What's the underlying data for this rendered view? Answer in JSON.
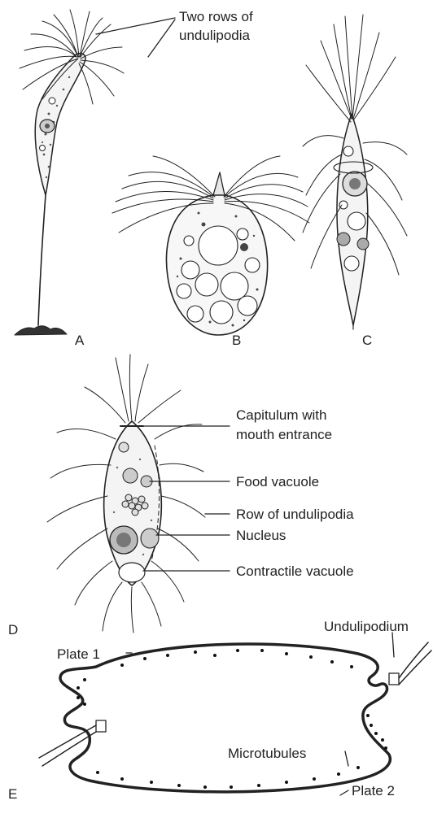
{
  "panels": {
    "a": "A",
    "b": "B",
    "c": "C",
    "d": "D",
    "e": "E"
  },
  "labels": {
    "two_rows_line1": "Two rows of",
    "two_rows_line2": "undulipodia",
    "capitulum_line1": "Capitulum with",
    "capitulum_line2": "mouth entrance",
    "food_vacuole": "Food vacuole",
    "row_undulipodia": "Row of undulipodia",
    "nucleus": "Nucleus",
    "contractile_vacuole": "Contractile vacuole",
    "undulipodium": "Undulipodium",
    "plate1": "Plate 1",
    "microtubules": "Microtubules",
    "plate2": "Plate 2"
  }
}
